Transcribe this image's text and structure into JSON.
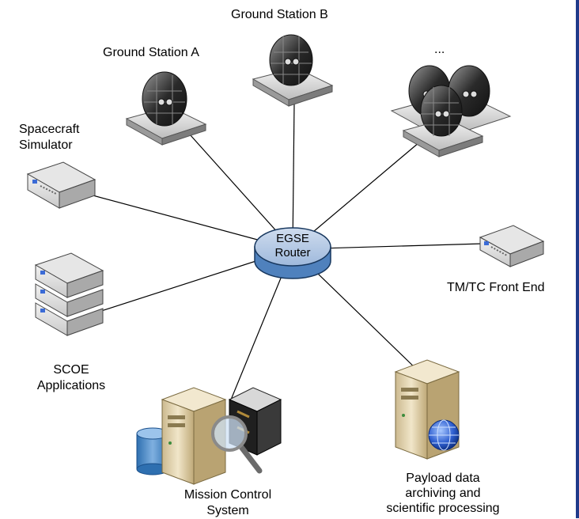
{
  "nodes": {
    "router": {
      "line1": "EGSE",
      "line2": "Router"
    },
    "ground_a": {
      "label": "Ground Station A"
    },
    "ground_b": {
      "label": "Ground Station B"
    },
    "ground_more": {
      "label": "..."
    },
    "spacecraft_sim": {
      "line1": "Spacecraft",
      "line2": "Simulator"
    },
    "tmtc": {
      "label": "TM/TC Front End"
    },
    "scoe": {
      "line1": "SCOE",
      "line2": "Applications"
    },
    "mcs": {
      "line1": "Mission Control",
      "line2": "System"
    },
    "payload": {
      "line1": "Payload data",
      "line2": "archiving and",
      "line3": "scientific processing"
    }
  },
  "colors": {
    "router_top": "#b8cce4",
    "router_side": "#4f81bd",
    "frame_edge": "#1f3a8a",
    "server_beige": "#e8dcc0",
    "dish_dark": "#3a3a3a"
  },
  "icons": [
    "satellite-dish-icon",
    "network-device-icon",
    "server-tower-icon",
    "database-icon",
    "magnifier-icon",
    "satellite-icon",
    "globe-icon",
    "router-icon"
  ]
}
